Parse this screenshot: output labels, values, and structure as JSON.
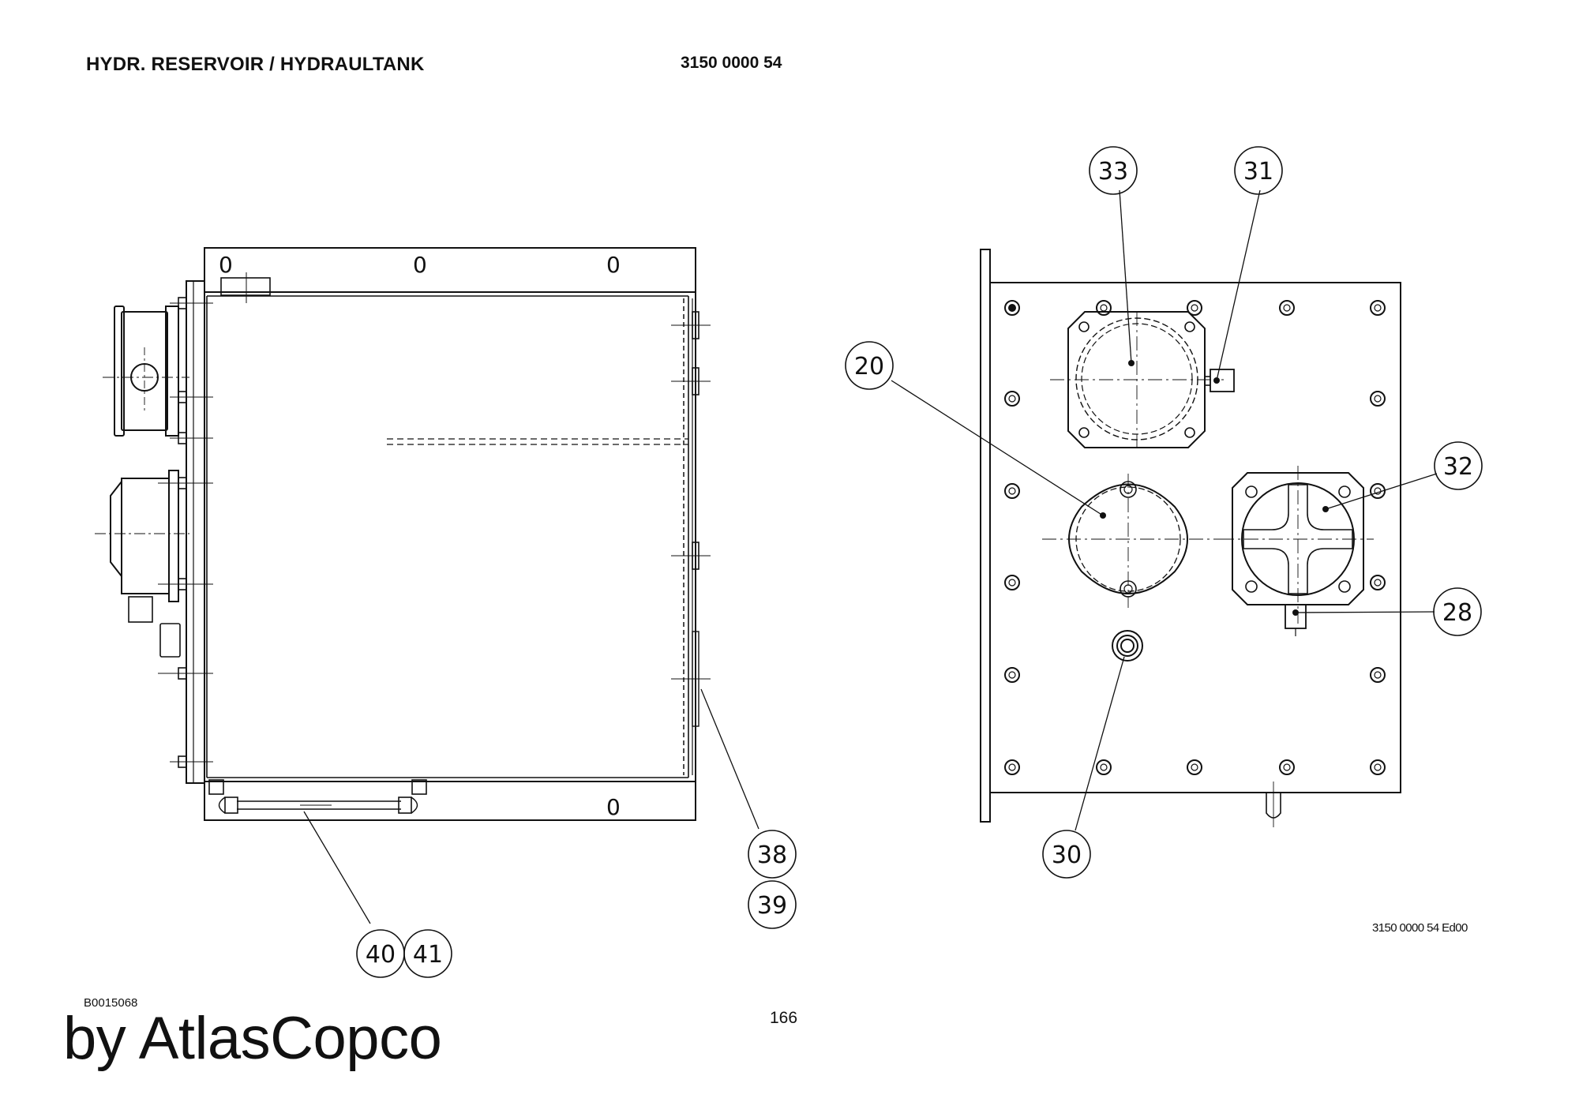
{
  "header": {
    "title": "HYDR. RESERVOIR / HYDRAULTANK",
    "part_number": "3150 0000 54"
  },
  "footer": {
    "drawing_code": "B0015068",
    "page_number": "166",
    "brand": "by AtlasCopco",
    "edition_code": "3150 0000 54 Ed00"
  },
  "side_view": {
    "frame_marks": [
      "0",
      "0",
      "0",
      "0"
    ]
  },
  "callouts": [
    {
      "label": "33"
    },
    {
      "label": "31"
    },
    {
      "label": "20"
    },
    {
      "label": "32"
    },
    {
      "label": "28"
    },
    {
      "label": "38"
    },
    {
      "label": "39"
    },
    {
      "label": "40"
    },
    {
      "label": "41"
    },
    {
      "label": "30"
    }
  ]
}
